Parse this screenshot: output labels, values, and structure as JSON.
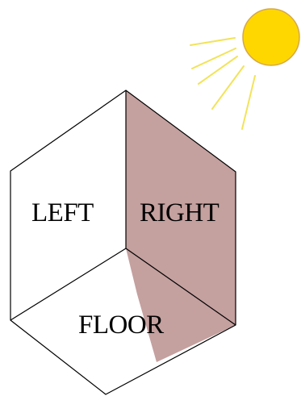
{
  "labels": {
    "left": "LEFT",
    "right": "RIGHT",
    "floor": "FLOOR"
  },
  "colors": {
    "background": "#ffffff",
    "shadow": "#c4a09f",
    "edge": "#000000",
    "sun_fill": "#ffd700",
    "sun_stroke": "#d4a84a",
    "sun_rays": "#f2e35a"
  },
  "icons": {
    "sun": "sun-icon"
  }
}
